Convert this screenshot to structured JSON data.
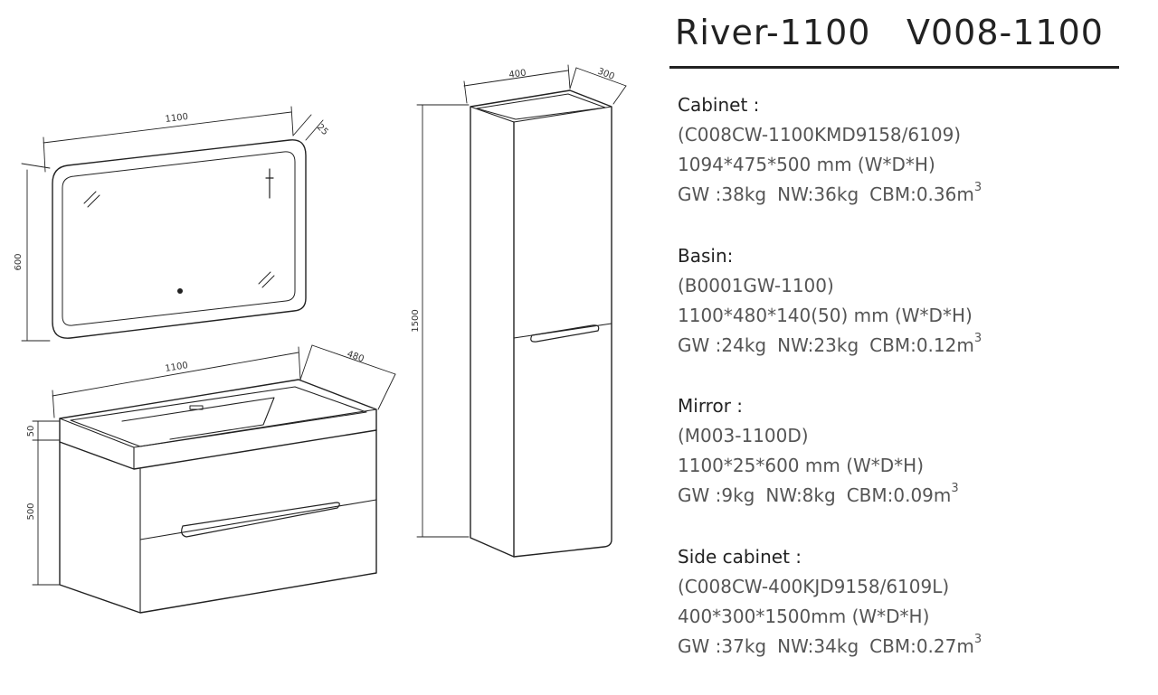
{
  "title": {
    "model": "River-1100",
    "code": "V008-1100"
  },
  "dimensions": {
    "mirror_width": "1100",
    "mirror_depth": "25",
    "mirror_height": "600",
    "basin_width": "1100",
    "basin_depth": "480",
    "basin_height": "50",
    "cabinet_height": "500",
    "side_width": "400",
    "side_depth": "300",
    "side_height": "1500"
  },
  "specs": [
    {
      "heading": "Cabinet :",
      "code": "(C008CW-1100KMD9158/6109)",
      "size": "1094*475*500 mm (W*D*H)",
      "gw": "GW :38kg",
      "nw": "NW:36kg",
      "cbm": "CBM:0.36m",
      "cbm_sup": "3"
    },
    {
      "heading": "Basin:",
      "code": "(B0001GW-1100)",
      "size": "1100*480*140(50) mm (W*D*H)",
      "gw": "GW :24kg",
      "nw": "NW:23kg",
      "cbm": "CBM:0.12m",
      "cbm_sup": "3"
    },
    {
      "heading": "Mirror :",
      "code": "(M003-1100D)",
      "size": "1100*25*600 mm (W*D*H)",
      "gw": "GW :9kg",
      "nw": "NW:8kg",
      "cbm": "CBM:0.09m",
      "cbm_sup": "3"
    },
    {
      "heading": "Side cabinet :",
      "code": "(C008CW-400KJD9158/6109L)",
      "size": "400*300*1500mm (W*D*H)",
      "gw": "GW :37kg",
      "nw": "NW:34kg",
      "cbm": "CBM:0.27m",
      "cbm_sup": "3"
    }
  ],
  "colors": {
    "line": "#222222",
    "text": "#333333",
    "subtext": "#555555"
  }
}
